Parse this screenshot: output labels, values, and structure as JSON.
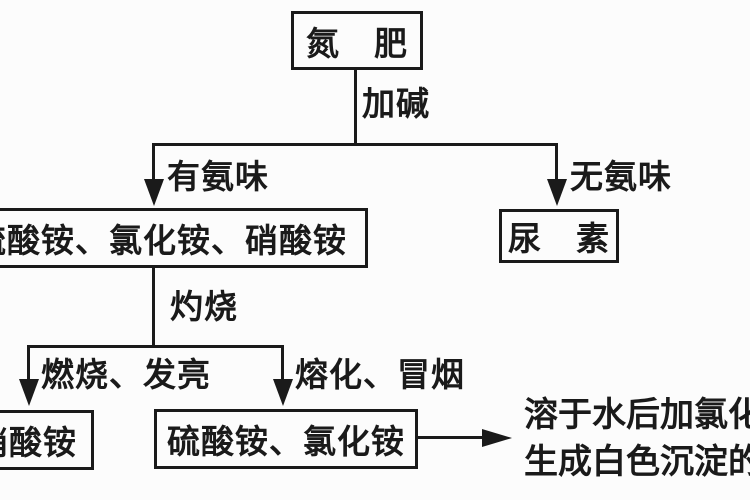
{
  "colors": {
    "ink": "#1a1a1a",
    "background": "#fcfcfc"
  },
  "nodes": {
    "root": "氮　肥",
    "ammonium_salts": "硫酸铵、氯化铵、硝酸铵",
    "urea": "尿　素",
    "ammonium_nitrate": "硝酸铵",
    "sulfate_and_chloride": "硫酸铵、氯化铵"
  },
  "edge_labels": {
    "add_alkali": "加碱",
    "has_ammonia_smell": "有氨味",
    "no_ammonia_smell": "无氨味",
    "calcine": "灼烧",
    "burns_glows": "燃烧、发亮",
    "melts_smokes": "熔化、冒烟"
  },
  "result_note": {
    "line1": "溶于水后加氯化钡",
    "line2": "生成白色沉淀的"
  }
}
